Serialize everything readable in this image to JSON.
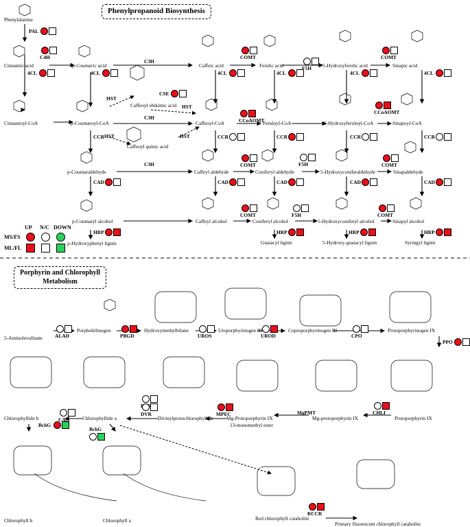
{
  "sections": {
    "phenyl_title": "Phenylpropanoid Biosynthesis",
    "porph_title_line1": "Porphyrin and Chlorophyll",
    "porph_title_line2": "Metabolism"
  },
  "legend": {
    "up": "UP",
    "nc": "N/C",
    "down": "DOWN",
    "msfs": "MS/FS",
    "mlfl": "ML/FL",
    "colors": {
      "up": "#e8101b",
      "down": "#2bd05a",
      "none": "#ffffff"
    }
  },
  "compounds": {
    "phenylalanine": "Phenylalanine",
    "cinnamic": "Cinnamic acid",
    "pcoumaric": "p-Coumaric acid",
    "caffeic": "Caffeic acid",
    "ferulic": "Ferulic acid",
    "hydroxyferulic": "5-Hydroxyferulic acid",
    "sinapic": "Sinapic acid",
    "cinnamoylcoa": "Cinnamoyl-CoA",
    "pcoumaroylcoa": "p-Coumaroyl-CoA",
    "caffeoylshikimic": "Caffeoyl shikimic acid",
    "caffeoylquinic": "Caffeoyl quinic acid",
    "caffeoylcoa": "Caffeoyl-CoA",
    "feruloylcoa": "Feruloyl-CoA",
    "hydroxyferuloylcoa": "5-Hydroxyferuloyl-CoA",
    "sinapoylcoa": "Sinapoyl-CoA",
    "pcoumaraldehyde": "p-Coumaraldehyde",
    "caffeylald": "Caffeyl aldehyde",
    "coniferylald": "Coniferyl aldehyde",
    "hydroxyconiferylald": "5-Hydroxyconiferaldehyde",
    "sinapaldehyde": "Sinapaldehyde",
    "pcoumaryl": "p-Coumaryl alcohol",
    "caffeyl": "Caffeyl alcohol",
    "coniferyl": "Coniferyl alcohol",
    "hydroxyconiferyl": "5-Hydroxyconiferyl alcohol",
    "sinapyl": "Sinapyl alcohol",
    "phydroxyphenyl": "p-Hydroxyphenyl lignin",
    "guaiacyl": "Guaiacyl lignin",
    "hydroxyguaiacyl": "5-Hydroxy-guaiacyl lignin",
    "syringyl": "Syringyl lignin",
    "ala": "5-Aminolevulinate",
    "pbg": "Porphobilinogen",
    "hmb": "Hydroxymethylbilane",
    "urogen": "Uroporphyrinogen III",
    "coprogen": "Coproporphyrinogen III",
    "protogen": "Protoporphyrinogen IX",
    "chlb": "Chlorophyllide b",
    "chla_ide": "Chlorophyllide a",
    "dvpchlide": "Divinylprotochlorophyllide",
    "mgproto_me": "Mg-Protoporphyrin IX",
    "mgproto_me2": "13-monomethyl ester",
    "mgproto": "Mg-protoporphyrin IX",
    "proto": "Protoporphyrin IX",
    "chlorophyll_b": "Chlorophyll b",
    "chlorophyll_a": "Chlorophyll a",
    "rcc": "Red chlorophyll catabolite",
    "pfcc": "Primary fluorescent chlorophyll catabolite"
  },
  "enzymes": {
    "pal": "PAL",
    "c4h": "C4H",
    "c3h": "C3H",
    "fourcl": "4CL",
    "comt": "COMT",
    "f5h": "F5H",
    "cse": "CSE",
    "hst": "HST",
    "ccr": "CCR",
    "ccoaomt": "CCoAOMT",
    "cad": "CAD",
    "hrp": "HRP",
    "alad": "ALAD",
    "pbgd": "PBGD",
    "uros": "UROS",
    "urod": "UROD",
    "cpo": "CPO",
    "ppo": "PPO",
    "chli": "CHLI",
    "mgpmt": "MgPMT",
    "mpec": "MPEC",
    "por": "POR",
    "dvr": "DVR",
    "cao": "CAO",
    "bchg": "BchG",
    "rccr": "RCCR"
  }
}
